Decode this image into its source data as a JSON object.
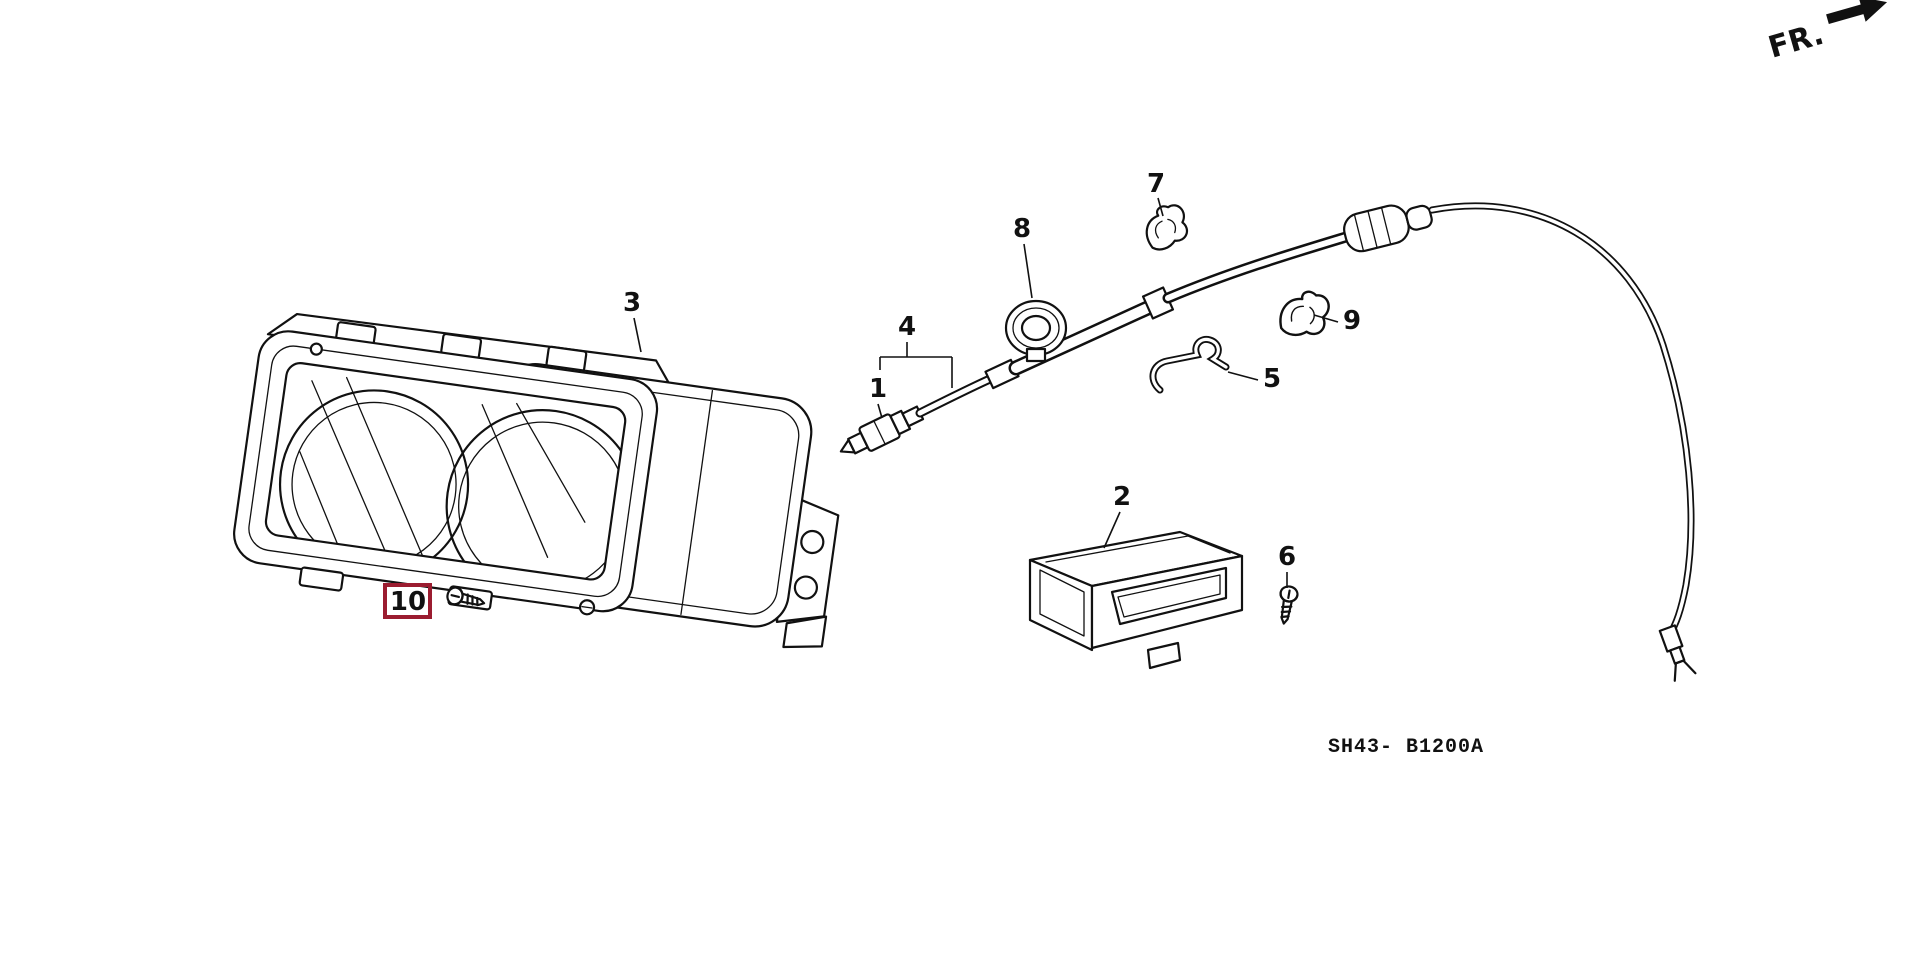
{
  "direction_indicator": {
    "label": "FR."
  },
  "diagram_code": "SH43- B1200A",
  "colors": {
    "ink": "#111111",
    "background": "#ffffff"
  },
  "highlight": {
    "selected_part": "10",
    "box_color": "#9b1c30"
  },
  "parts": {
    "1": {
      "label": "1"
    },
    "2": {
      "label": "2"
    },
    "3": {
      "label": "3"
    },
    "4": {
      "label": "4"
    },
    "5": {
      "label": "5"
    },
    "6": {
      "label": "6"
    },
    "7": {
      "label": "7"
    },
    "8": {
      "label": "8"
    },
    "9": {
      "label": "9"
    },
    "10": {
      "label": "10"
    }
  }
}
